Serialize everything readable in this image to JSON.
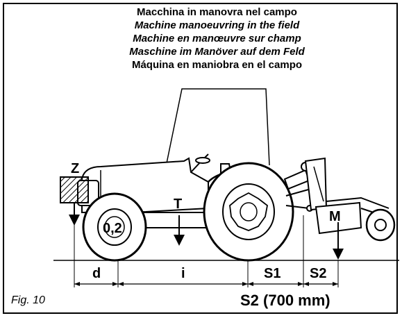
{
  "titles": {
    "it": "Macchina in manovra nel campo",
    "en": "Machine manoeuvring in the field",
    "fr": "Machine en manœuvre sur champ",
    "de": "Maschine im Manöver auf dem Feld",
    "es": "Máquina en maniobra en el campo"
  },
  "labels": {
    "z": "Z",
    "t": "T",
    "m": "M",
    "front_wheel": "0,2",
    "d": "d",
    "i": "i",
    "s1": "S1",
    "s2": "S2"
  },
  "s2_total": "S2 (700 mm)",
  "figure_caption": "Fig. 10"
}
